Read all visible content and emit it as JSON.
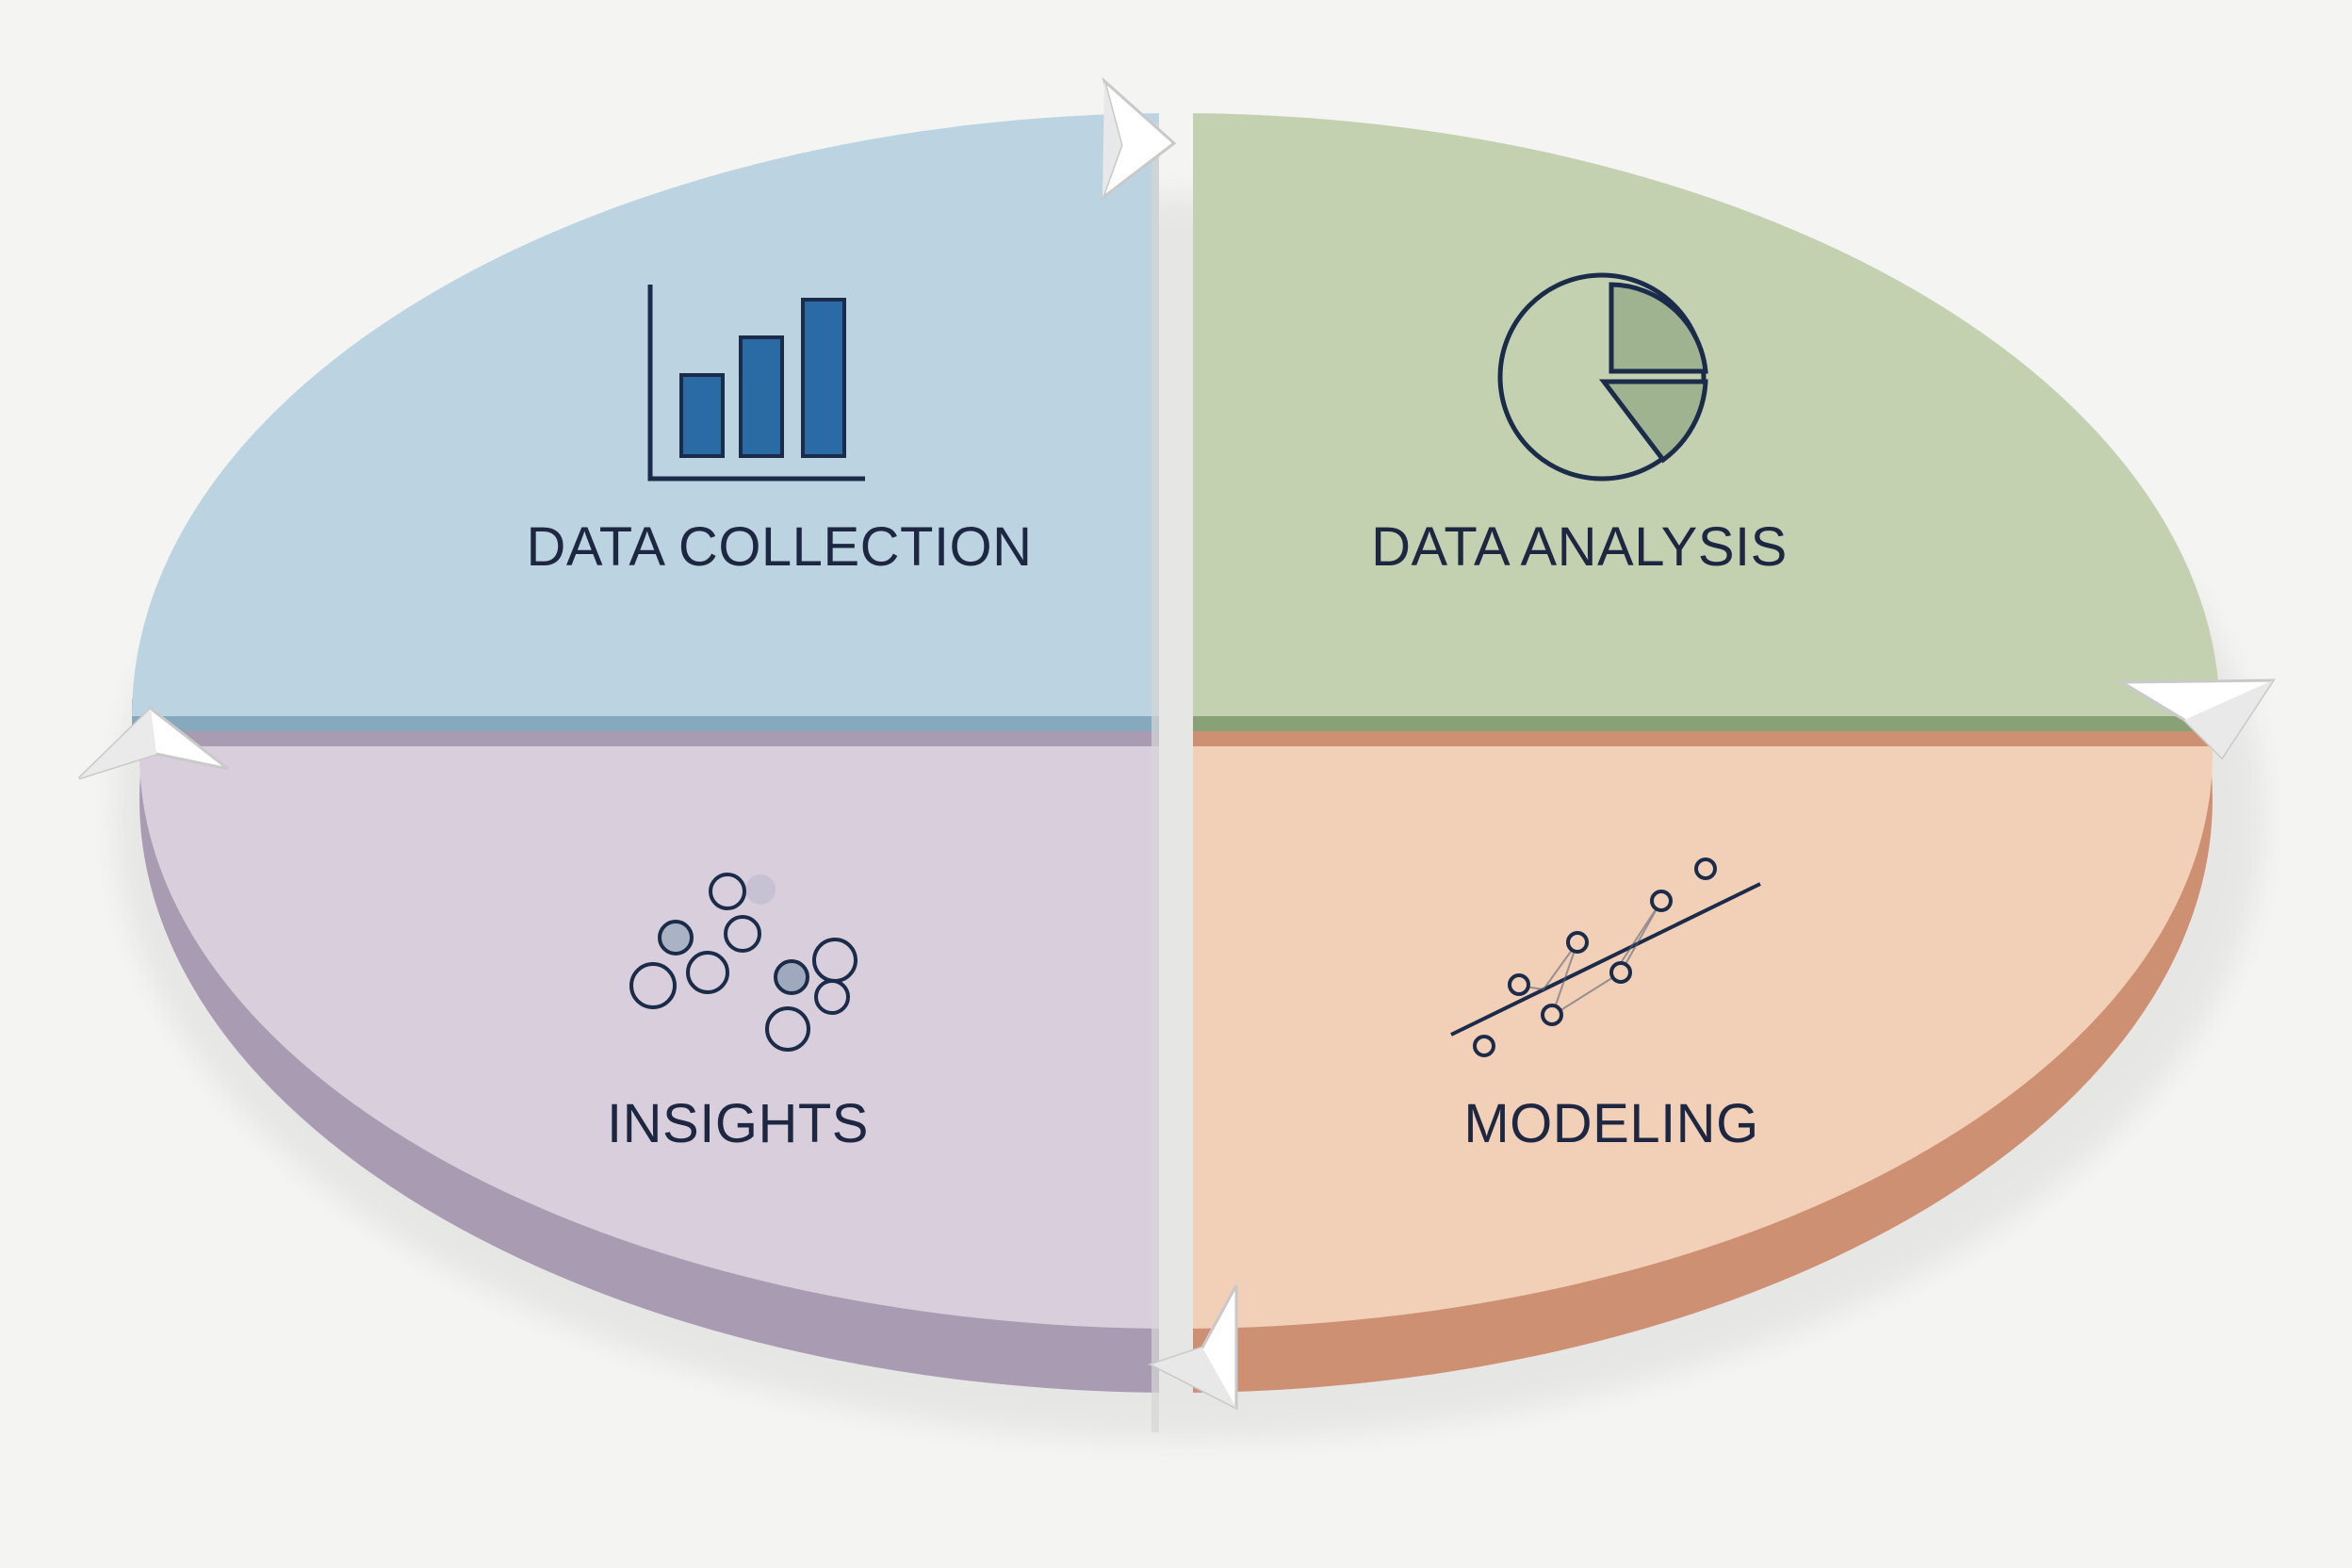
{
  "diagram": {
    "type": "cycle",
    "quadrants": [
      {
        "id": "data-collection",
        "label": "DATA COLLECTION",
        "icon": "bar-chart-icon",
        "color": "#bcd4e1"
      },
      {
        "id": "data-analysis",
        "label": "DATA ANALYSIS",
        "icon": "pie-chart-icon",
        "color": "#c4d1b1"
      },
      {
        "id": "modeling",
        "label": "MODELING",
        "icon": "regression-line-icon",
        "color": "#f2cfb7"
      },
      {
        "id": "insights",
        "label": "INSIGHTS",
        "icon": "cluster-bubbles-icon",
        "color": "#d9cfdc"
      }
    ],
    "flow": [
      "data-collection",
      "data-analysis",
      "modeling",
      "insights"
    ],
    "arrow_icon": "triangle-arrow-icon",
    "colors": {
      "background": "#f4f4f2",
      "text": "#1e2742",
      "icon_stroke": "#1b2b4a",
      "icon_fill_blue": "#2a6aa5",
      "icon_fill_green": "#9fb391"
    }
  }
}
